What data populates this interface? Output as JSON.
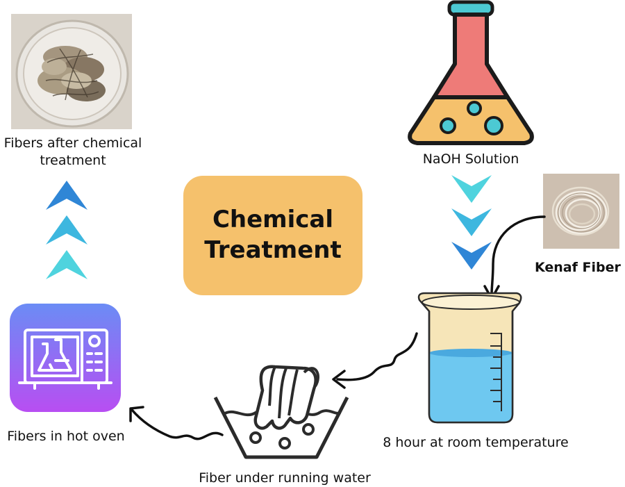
{
  "center": {
    "line1": "Chemical",
    "line2": "Treatment"
  },
  "labels": {
    "fibers_after_line1": "Fibers after chemical",
    "fibers_after_line2": "treatment",
    "naoh": "NaOH Solution",
    "kenaf": "Kenaf Fiber",
    "room_temp": "8 hour at room temperature",
    "running_water": "Fiber under running water",
    "hot_oven": "Fibers in hot oven"
  },
  "icons": {
    "flask": "flask-icon",
    "beaker": "beaker-icon",
    "washing": "hand-wash-icon",
    "oven": "oven-icon",
    "treated_fibers": "treated-fibers-photo",
    "kenaf_fiber": "kenaf-fiber-photo"
  },
  "colors": {
    "center_box": "#f5c16c",
    "flask_top": "#ee7b78",
    "flask_bottom": "#f5c16c",
    "beaker_liquid": "#6ec8f0",
    "oven_gradient_top": "#6b8cf5",
    "oven_gradient_bottom": "#b84ef2",
    "chevron_dark": "#2f86d6",
    "chevron_light": "#4fd3de"
  }
}
